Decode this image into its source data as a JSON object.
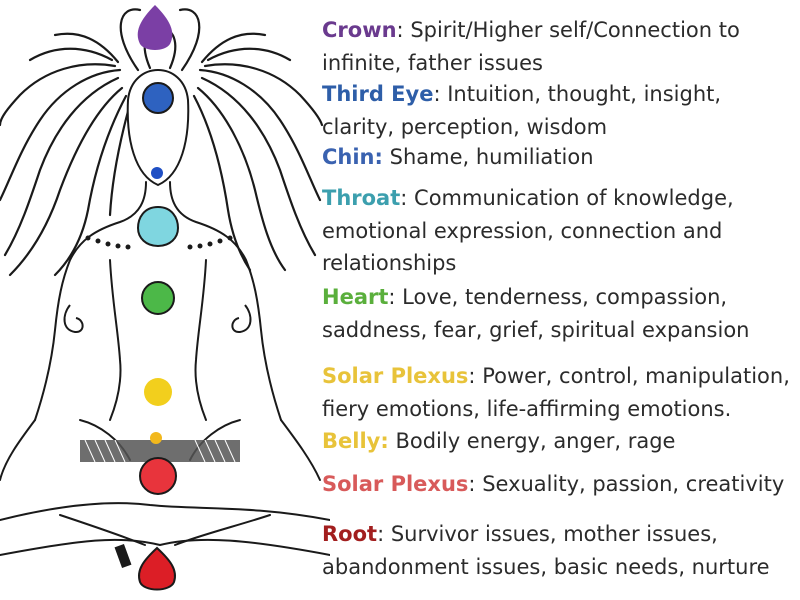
{
  "chakras": [
    {
      "name": "Crown",
      "separator": ":",
      "description": "Spirit/Higher self/Connection to infinite, father issues",
      "color": "#6a3a8e",
      "separator_colored": false
    },
    {
      "name": "Third Eye",
      "separator": ":",
      "description": "Intuition, thought, insight, clarity, perception, wisdom",
      "color": "#2e5ea8",
      "separator_colored": false
    },
    {
      "name": "Chin",
      "separator": ":",
      "description": "Shame, humiliation",
      "color": "#3a62b0",
      "separator_colored": true
    },
    {
      "name": "Throat",
      "separator": ":",
      "description": "Communication of knowledge, emotional expression, connection and relationships",
      "color": "#3c9fae",
      "separator_colored": false
    },
    {
      "name": "Heart",
      "separator": ":",
      "description": "Love, tenderness, compassion, saddness, fear, grief, spiritual expansion",
      "color": "#5aaf3c",
      "separator_colored": false
    },
    {
      "name": "Solar Plexus",
      "separator": ":",
      "description": "Power, control, manipulation, fiery emotions, life-affirming emotions.",
      "color": "#e8c33a",
      "separator_colored": false
    },
    {
      "name": "Belly",
      "separator": ":",
      "description": "Bodily energy, anger, rage",
      "color": "#e8c33a",
      "separator_colored": true
    },
    {
      "name": "Solar Plexus",
      "separator": ":",
      "description": "Sexuality, passion, creativity",
      "color": "#d85a5a",
      "separator_colored": false
    },
    {
      "name": "Root",
      "separator": ":",
      "description": "Survivor issues, mother issues, abandonment issues, basic needs, nurture",
      "color": "#a21e1e",
      "separator_colored": false
    }
  ],
  "figure_colors": {
    "crown": "#7b3fa5",
    "third_eye": "#2e62c0",
    "chin": "#1f4fc4",
    "throat": "#7fd6e0",
    "heart": "#4cb848",
    "solar": "#f2cf1d",
    "belly": "#f2b81d",
    "sacral": "#e8343c",
    "root": "#dc1e26",
    "line": "#1a1a1a",
    "band": "#555555"
  }
}
